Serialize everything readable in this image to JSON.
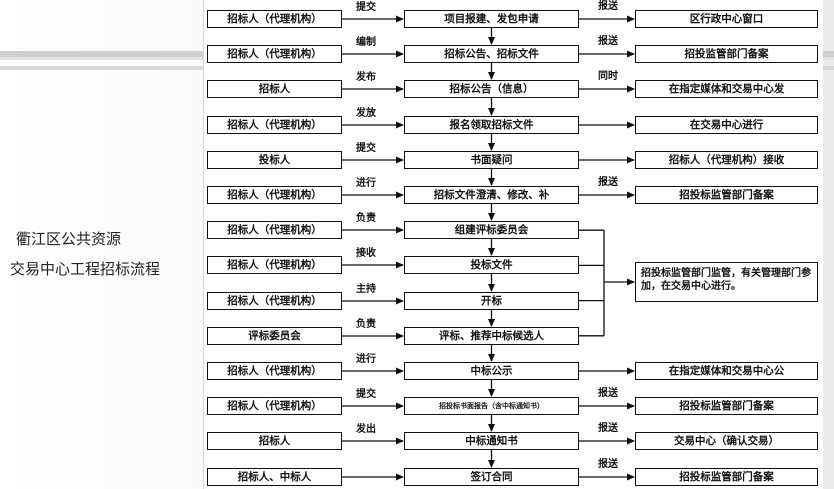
{
  "side_title": {
    "line1": "衢江区公共资源",
    "line2": "交易中心工程招标流程"
  },
  "rows": [
    {
      "left": "招标人（代理机构）",
      "verb": "提交",
      "center": "项目报建、发包申请",
      "right_verb": "报送",
      "right": "区行政中心窗口"
    },
    {
      "left": "招标人（代理机构）",
      "verb": "编制",
      "center": "招标公告、招标文件",
      "right_verb": "报送",
      "right": "招投监管部门备案"
    },
    {
      "left": "招标人",
      "verb": "发布",
      "center": "招标公告（信息）",
      "right_verb": "同时",
      "right": "在指定媒体和交易中心发"
    },
    {
      "left": "招标人（代理机构）",
      "verb": "发放",
      "center": "报名领取招标文件",
      "right_verb": "",
      "right": "在交易中心进行"
    },
    {
      "left": "投标人",
      "verb": "提交",
      "center": "书面疑问",
      "right_verb": "",
      "right": "招标人（代理机构）接收"
    },
    {
      "left": "招标人（代理机构）",
      "verb": "进行",
      "center": "招标文件澄清、修改、补",
      "right_verb": "报送",
      "right": "招投标监管部门备案"
    },
    {
      "left": "招标人（代理机构）",
      "verb": "负责",
      "center": "组建评标委员会",
      "right_verb": "",
      "right": ""
    },
    {
      "left": "招标人（代理机构）",
      "verb": "接收",
      "center": "投标文件",
      "right_verb": "",
      "right": ""
    },
    {
      "left": "招标人（代理机构）",
      "verb": "主持",
      "center": "开标",
      "right_verb": "",
      "right": ""
    },
    {
      "left": "评标委员会",
      "verb": "负责",
      "center": "评标、推荐中标候选人",
      "right_verb": "",
      "right": ""
    },
    {
      "left": "招标人（代理机构）",
      "verb": "进行",
      "center": "中标公示",
      "right_verb": "",
      "right": "在指定媒体和交易中心公"
    },
    {
      "left": "招标人（代理机构）",
      "verb": "提交",
      "center": "招投标书面报告（含中标通知书）",
      "right_verb": "报送",
      "right": "招投标监管部门备案"
    },
    {
      "left": "招标人",
      "verb": "发出",
      "center": "中标通知书",
      "right_verb": "报送",
      "right": "交易中心（确认交易）"
    },
    {
      "left": "招标人、中标人",
      "verb": "",
      "center": "签订合同",
      "right_verb": "报送",
      "right": "招投标监管部门备案"
    }
  ],
  "supervision_note": "招投标监管部门监管，有关管理部门参加，在交易中心进行。"
}
